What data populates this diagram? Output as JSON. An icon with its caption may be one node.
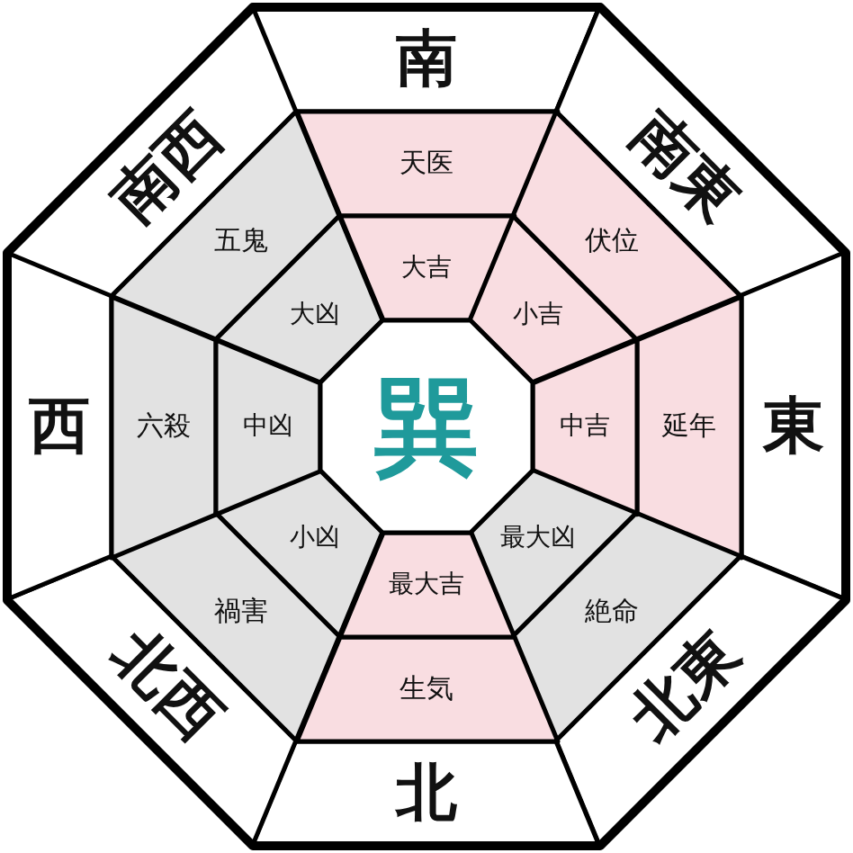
{
  "diagram": {
    "nodes": [
      {
        "text": [
          "南"
        ]
      },
      {
        "text": [
          "南東"
        ]
      },
      {
        "text": [
          "東"
        ]
      },
      {
        "text": [
          "北東"
        ]
      },
      {
        "text": [
          "北"
        ]
      },
      {
        "text": [
          "北西"
        ]
      },
      {
        "text": [
          "西"
        ]
      },
      {
        "text": [
          "南西"
        ]
      },
      {
        "text": [
          "天医"
        ]
      },
      {
        "text": [
          "伏位"
        ]
      },
      {
        "text": [
          "延年"
        ]
      },
      {
        "text": [
          "絶命"
        ]
      },
      {
        "text": [
          "生気"
        ]
      },
      {
        "text": [
          "禍害"
        ]
      },
      {
        "text": [
          "六殺"
        ]
      },
      {
        "text": [
          "五鬼"
        ]
      },
      {
        "text": [
          "大吉"
        ]
      },
      {
        "text": [
          "小吉"
        ]
      },
      {
        "text": [
          "中吉"
        ]
      },
      {
        "text": [
          "最大凶"
        ]
      },
      {
        "text": [
          "最大吉"
        ]
      },
      {
        "text": [
          "小凶"
        ]
      },
      {
        "text": [
          "中凶"
        ]
      },
      {
        "text": [
          "大凶"
        ]
      },
      {
        "text": [
          "巽"
        ]
      }
    ]
  }
}
